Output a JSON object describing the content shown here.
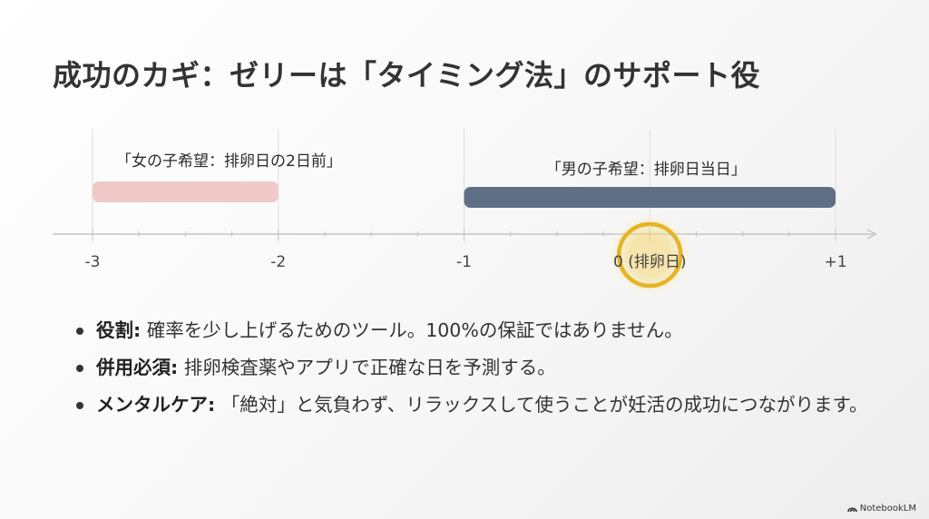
{
  "slide": {
    "title": "成功のカギ：ゼリーは「タイミング法」のサポート役"
  },
  "timeline": {
    "ticks": [
      {
        "value": -3,
        "label": "-3"
      },
      {
        "value": -2,
        "label": "-2"
      },
      {
        "value": -1,
        "label": "-1"
      },
      {
        "value": 0,
        "label": "0 (排卵日)"
      },
      {
        "value": 1,
        "label": "+1"
      }
    ],
    "ranges": [
      {
        "label": "「女の子希望：排卵日の2日前」",
        "from": -3,
        "to": -2,
        "color": "#f0c9c9"
      },
      {
        "label": "「男の子希望：排卵日当日」",
        "from": -1,
        "to": 1,
        "color": "#5f6f86"
      }
    ],
    "highlight_value": 0,
    "highlight_color": "#e6b422"
  },
  "bullets": [
    {
      "lead": "役割:",
      "text": " 確率を少し上げるためのツール。100%の保証ではありません。"
    },
    {
      "lead": "併用必須:",
      "text": " 排卵検査薬やアプリで正確な日を予測する。"
    },
    {
      "lead": "メンタルケア:",
      "text": " 「絶対」と気負わず、リラックスして使うことが妊活の成功につながります。"
    }
  ],
  "brand": {
    "name": "NotebookLM",
    "icon": "notebooklm-logo-icon"
  }
}
